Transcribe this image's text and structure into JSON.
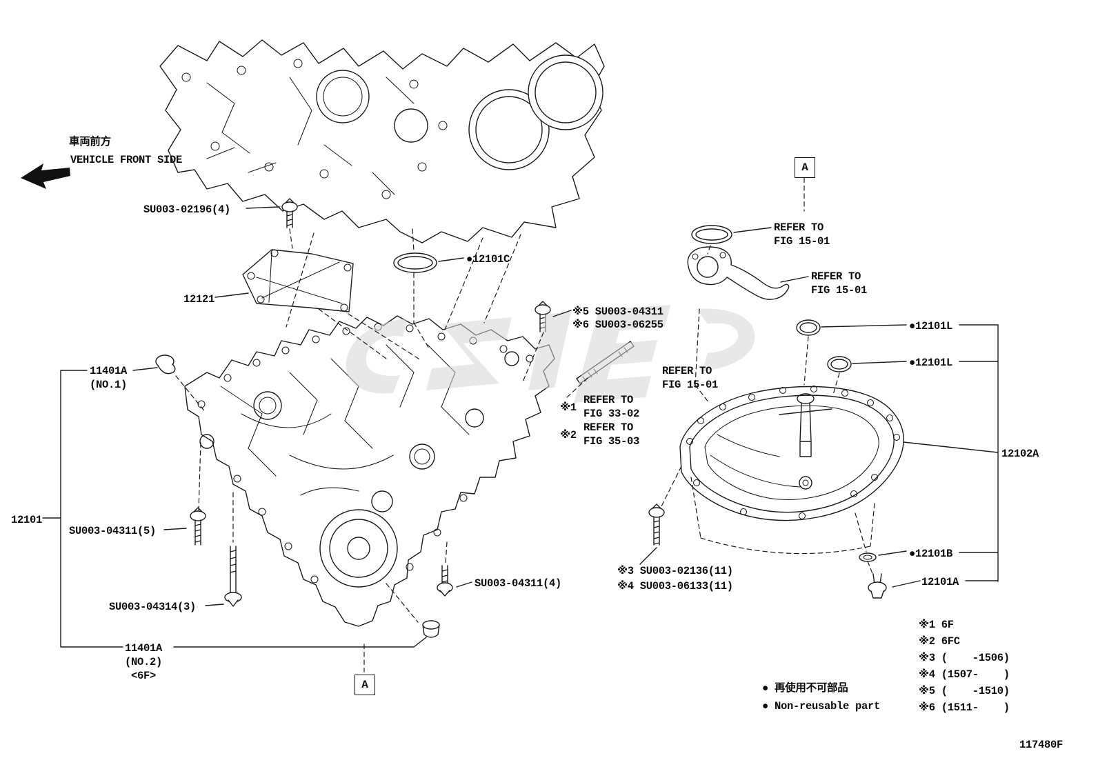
{
  "figure_number": "117480F",
  "direction": {
    "jp": "車両前方",
    "en": "VEHICLE FRONT SIDE"
  },
  "markers": {
    "top": "A",
    "bottom": "A"
  },
  "callouts": {
    "bolt_su003_02196": "SU003-02196(4)",
    "baffle_12121": "12121",
    "oring_12101c": "●12101C",
    "alt_note5": "※5 SU003-04311",
    "alt_note6": "※6 SU003-06255",
    "plug_11401a_1": "11401A\n(NO.1)",
    "pan_12101": "12101",
    "bolt_su003_04311_5": "SU003-04311(5)",
    "bolt_su003_04314_3": "SU003-04314(3)",
    "bolt_su003_04311_4": "SU003-04311(4)",
    "plug_11401a_2": "11401A\n(NO.2)\n <6F>",
    "oring_12101l_1": "●12101L",
    "oring_12101l_2": "●12101L",
    "pan_12102a": "12102A",
    "gasket_12101b": "●12101B",
    "drain_12101a": "12101A",
    "alt_note3": "※3 SU003-02136(11)",
    "alt_note4": "※4 SU003-06133(11)"
  },
  "references": {
    "fig_15_01": "REFER TO\nFIG 15-01",
    "mark_1": "※1",
    "fig_33_02": "REFER TO\nFIG 33-02",
    "mark_2": "※2",
    "fig_35_03": "REFER TO\nFIG 35-03"
  },
  "legend": {
    "notes": [
      "※1 6F",
      "※2 6FC",
      "※3 (    -1506)",
      "※4 (1507-    )",
      "※5 (    -1510)",
      "※6 (1511-    )"
    ],
    "nonreusable_jp": "● 再使用不可部品",
    "nonreusable_en": "● Non-reusable part"
  }
}
